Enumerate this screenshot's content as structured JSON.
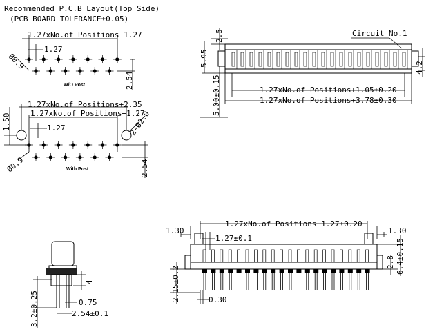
{
  "header": {
    "title": "Recommended P.C.B Layout(Top Side)",
    "subtitle": "(PCB BOARD TOLERANCE±0.05)"
  },
  "wo_post": {
    "dim_top": "1.27xNo.of Positions−1.27",
    "dim_pitch": "1.27",
    "dim_hole": "Ø0.9",
    "dim_row": "2.54",
    "caption": "W/O Post"
  },
  "with_post": {
    "dim_top1": "1.27xNo.of Positions+2.35",
    "dim_top2": "1.27xNo.of Positions−1.27",
    "dim_pitch": "1.27",
    "dim_left": "1.50",
    "dim_post": "2−Ø2.0",
    "dim_hole": "Ø0.9",
    "dim_row": "2.54",
    "caption": "With Post"
  },
  "top_view": {
    "circuit": "Circuit No.1",
    "dim_25": "2.5",
    "dim_595": "5.95",
    "dim_42": "4.2",
    "dim_500": "5.00±0.15",
    "dim_len1": "1.27xNo.of Positions+1.05±0.20",
    "dim_len2": "1.27xNo.of Positions+3.78±0.30"
  },
  "side_view": {
    "dim_4": "4",
    "dim_32": "3.2±0.25",
    "dim_075": "0.75",
    "dim_254": "2.54±0.1"
  },
  "front_view": {
    "dim_130_left": "1.30",
    "dim_130_right": "1.30",
    "dim_span": "1.27xNo.of Positions−1.27±0.20",
    "dim_pitch": "1.27±0.1",
    "dim_28": "2.8",
    "dim_64": "6.4±0.15",
    "dim_215": "2.15±0.2",
    "dim_030": "0.30"
  }
}
